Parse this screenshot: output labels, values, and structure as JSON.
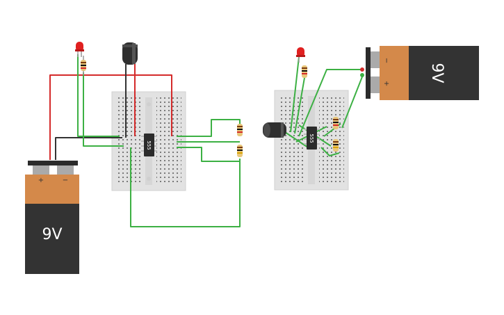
{
  "circuit_left": {
    "battery": {
      "voltage_label": "9V",
      "plus": "+",
      "minus": "−"
    },
    "chip": {
      "label": "555"
    }
  },
  "circuit_right": {
    "battery": {
      "voltage_label": "9V",
      "plus": "+",
      "minus": "−"
    },
    "chip": {
      "label": "555"
    }
  },
  "colors": {
    "wire_green": "#3cb043",
    "wire_red": "#d42a2a",
    "wire_black": "#333333",
    "battery_copper": "#d4894a",
    "battery_body": "#333333",
    "breadboard": "#e2e2e2",
    "led_red": "#e02020"
  }
}
